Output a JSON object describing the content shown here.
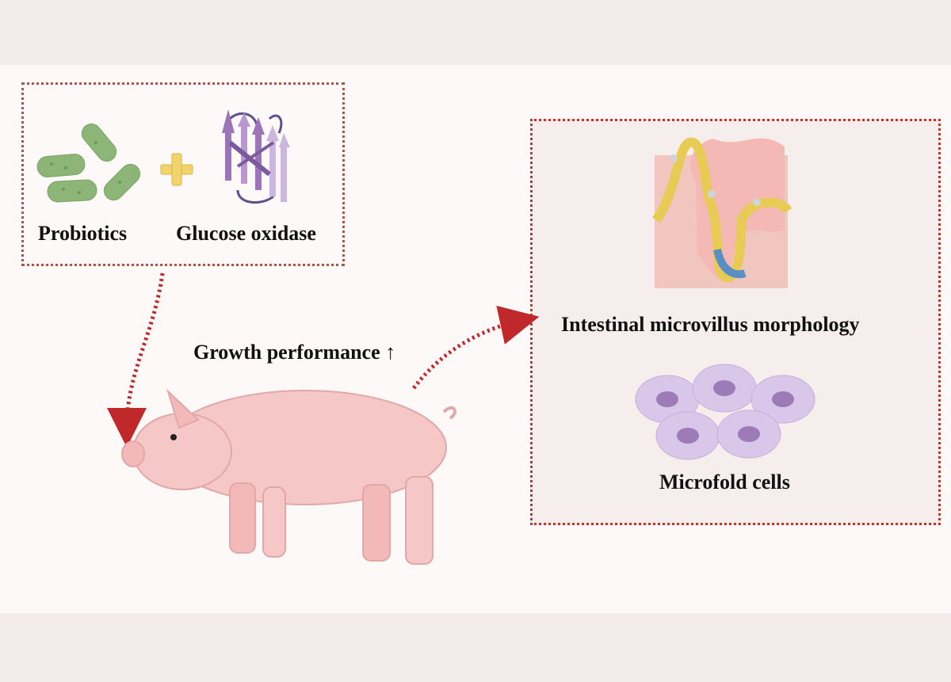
{
  "labels": {
    "probiotics": "Probiotics",
    "glucose_oxidase": "Glucose oxidase",
    "growth_performance": "Growth performance ↑",
    "intestinal": "Intestinal microvillus morphology",
    "microfold": "Microfold cells"
  },
  "colors": {
    "bacteria": "#8db577",
    "plus": "#f3d36b",
    "protein_dark": "#9e74b8",
    "protein_light": "#cdb6de",
    "arrow": "#c0282a",
    "pig": "#f6c7c7",
    "cells": "#d8c7e9",
    "nucleus": "#9c7bb7"
  }
}
